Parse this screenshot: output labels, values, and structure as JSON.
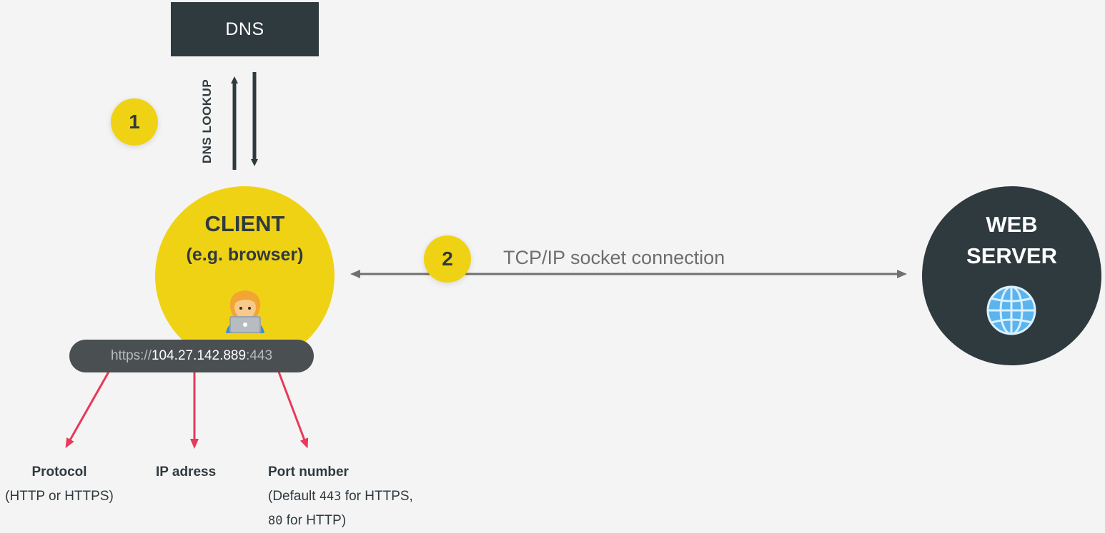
{
  "dns": {
    "label": "DNS",
    "lookup_label": "DNS LOOKUP"
  },
  "steps": {
    "one": "1",
    "two": "2"
  },
  "client": {
    "title": "CLIENT",
    "subtitle": "(e.g. browser)"
  },
  "url": {
    "protocol": "https://",
    "ip": "104.27.142.889",
    "port": ":443"
  },
  "connection": {
    "label": "TCP/IP socket connection"
  },
  "server": {
    "line1": "WEB",
    "line2": "SERVER"
  },
  "callouts": {
    "protocol": {
      "title": "Protocol",
      "detail": "(HTTP or HTTPS)"
    },
    "ip": {
      "title": "IP adress"
    },
    "port": {
      "title": "Port number",
      "detail_prefix": "(Default ",
      "https_port": "443",
      "detail_mid": " for HTTPS,",
      "http_port": "80",
      "detail_suffix": " for HTTP)"
    }
  },
  "icons": {
    "client": "person-with-laptop-icon",
    "server": "globe-icon"
  },
  "colors": {
    "accent_yellow": "#f0d215",
    "dark": "#2f3a3f",
    "arrow_red": "#e8395a",
    "background": "#f4f4f4"
  }
}
